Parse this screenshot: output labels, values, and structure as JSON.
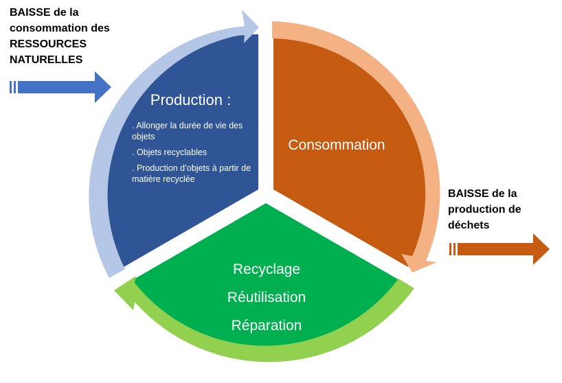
{
  "notes": {
    "input": [
      "BAISSE de la",
      "consommation  des",
      "RESSOURCES",
      "NATURELLES"
    ],
    "output": [
      "BAISSE de la",
      "production  de",
      "déchets"
    ]
  },
  "segments": {
    "production": {
      "title": "Production :",
      "bullets": [
        ". Allonger la durée de vie des objets",
        ". Objets recyclables",
        ". Production  d’objets à partir de matière recyclée"
      ],
      "color": "#2F5597"
    },
    "consommation": {
      "title": "Consommation",
      "color": "#C55A11"
    },
    "recyclage": {
      "lines": [
        "Recyclage",
        "Réutilisation",
        "Réparation"
      ],
      "color": "#00B050"
    }
  },
  "arrows": {
    "production_arc": "#B4C7E7",
    "consommation_arc": "#F4B183",
    "recyclage_arc": "#92D050",
    "input_arrow": "#4472C4",
    "output_arrow": "#C55A11"
  },
  "icons": {
    "input_arrow": "right-arrow-icon",
    "output_arrow": "right-arrow-icon"
  }
}
